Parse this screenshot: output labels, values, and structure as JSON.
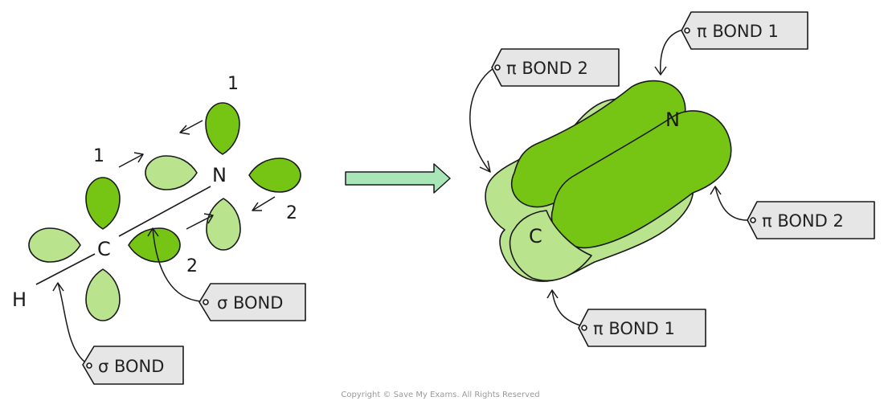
{
  "left_diagram": {
    "atoms": {
      "hydrogen": "H",
      "carbon": "C",
      "nitrogen": "N"
    },
    "orbital_labels": {
      "one_top": "1",
      "one_left": "1",
      "two_right": "2",
      "two_bottom": "2"
    },
    "tags": {
      "sigma_bond_lower": "σ BOND",
      "sigma_bond_upper": "σ BOND"
    }
  },
  "right_diagram": {
    "atoms": {
      "carbon": "C",
      "nitrogen": "N"
    },
    "tags": {
      "pi_bond_1_top": "π BOND 1",
      "pi_bond_2_left": "π BOND 2",
      "pi_bond_2_right": "π BOND 2",
      "pi_bond_1_bottom": "π BOND 1"
    }
  },
  "footer": {
    "copyright": "Copyright © Save My Exams. All Rights Reserved"
  },
  "colors": {
    "dark_green": "#76c514",
    "light_green": "#b9e48d",
    "tag_fill": "#e6e6e6",
    "outline": "#1a1a1a",
    "arrow_fill": "#a8e6b8"
  }
}
